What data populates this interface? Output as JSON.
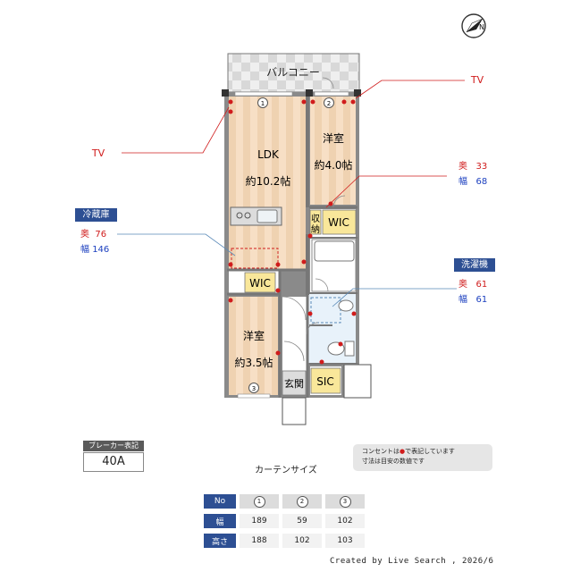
{
  "rooms": {
    "balcony": "バルコニー",
    "ldk_name": "LDK",
    "ldk_size": "約10.2帖",
    "western1_name": "洋室",
    "western1_size": "約4.0帖",
    "western2_name": "洋室",
    "western2_size": "約3.5帖",
    "wic1": "WIC",
    "wic2": "WIC",
    "storage_1": "収",
    "storage_2": "納",
    "sic": "SIC",
    "entrance": "玄関"
  },
  "markers": {
    "m1": "1",
    "m2": "2",
    "m3": "3"
  },
  "tv": {
    "left": "TV",
    "right": "TV"
  },
  "room_dims": {
    "depth_label": "奥",
    "depth_value": "33",
    "width_label": "幅",
    "width_value": "68"
  },
  "fridge": {
    "title": "冷蔵庫",
    "depth_label": "奥",
    "depth_value": "76",
    "width_label": "幅",
    "width_value": "146"
  },
  "washer": {
    "title": "洗濯機",
    "depth_label": "奥",
    "depth_value": "61",
    "width_label": "幅",
    "width_value": "61"
  },
  "breaker": {
    "label": "ブレーカー表記",
    "value": "40A"
  },
  "legend": {
    "line1_a": "コンセントは",
    "line1_b": "で表記しています",
    "line2": "寸法は目安の数値です"
  },
  "curtain": {
    "title": "カーテンサイズ",
    "header": "No",
    "cols": [
      "1",
      "2",
      "3"
    ],
    "width_label": "幅",
    "widths": [
      "189",
      "59",
      "102"
    ],
    "height_label": "高さ",
    "heights": [
      "188",
      "102",
      "103"
    ]
  },
  "credit": "Created by Live Search , 2026/6",
  "colors": {
    "accent": "#2d4f93",
    "red": "#d01c1c",
    "blue": "#1b3fbf",
    "wood": "#f6dcc0",
    "wood_stripe": "#eed0b0"
  }
}
